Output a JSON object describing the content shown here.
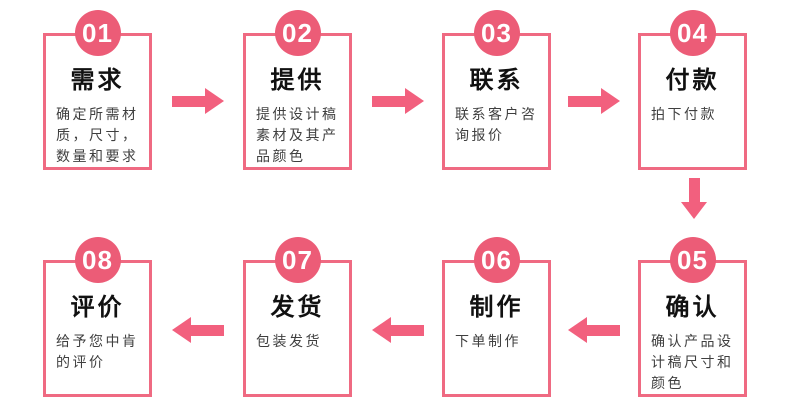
{
  "colors": {
    "circle": "#ec5c77",
    "box_border": "#ef6a82",
    "arrow": "#f2607e",
    "title_text": "#111111",
    "desc_text": "#3f3f3f",
    "background": "#ffffff"
  },
  "steps": [
    {
      "number": "01",
      "title": "需求",
      "desc": "确定所需材质，尺寸，数量和要求"
    },
    {
      "number": "02",
      "title": "提供",
      "desc": "提供设计稿素材及其产品颜色"
    },
    {
      "number": "03",
      "title": "联系",
      "desc": "联系客户咨询报价"
    },
    {
      "number": "04",
      "title": "付款",
      "desc": "拍下付款"
    },
    {
      "number": "05",
      "title": "确认",
      "desc": "确认产品设计稿尺寸和颜色"
    },
    {
      "number": "06",
      "title": "制作",
      "desc": "下单制作"
    },
    {
      "number": "07",
      "title": "发货",
      "desc": "包装发货"
    },
    {
      "number": "08",
      "title": "评价",
      "desc": "给予您中肯的评价"
    }
  ]
}
